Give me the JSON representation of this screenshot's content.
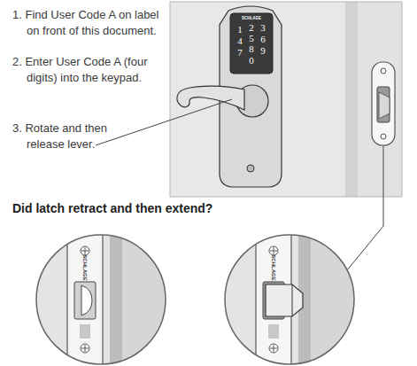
{
  "diagram": {
    "labels": [
      "1. Find User Code A on label on front of this document.",
      "2. Enter User Code A (four digits) into the keypad.",
      "3. Rotate and then release lever.",
      "Did latch retract and then extend?",
      "SCHLAGE",
      "1",
      "4",
      "7",
      "2",
      "5",
      "8",
      "0",
      "3",
      "6",
      "9",
      "SCHLAGE",
      "SCHLAGE"
    ]
  }
}
